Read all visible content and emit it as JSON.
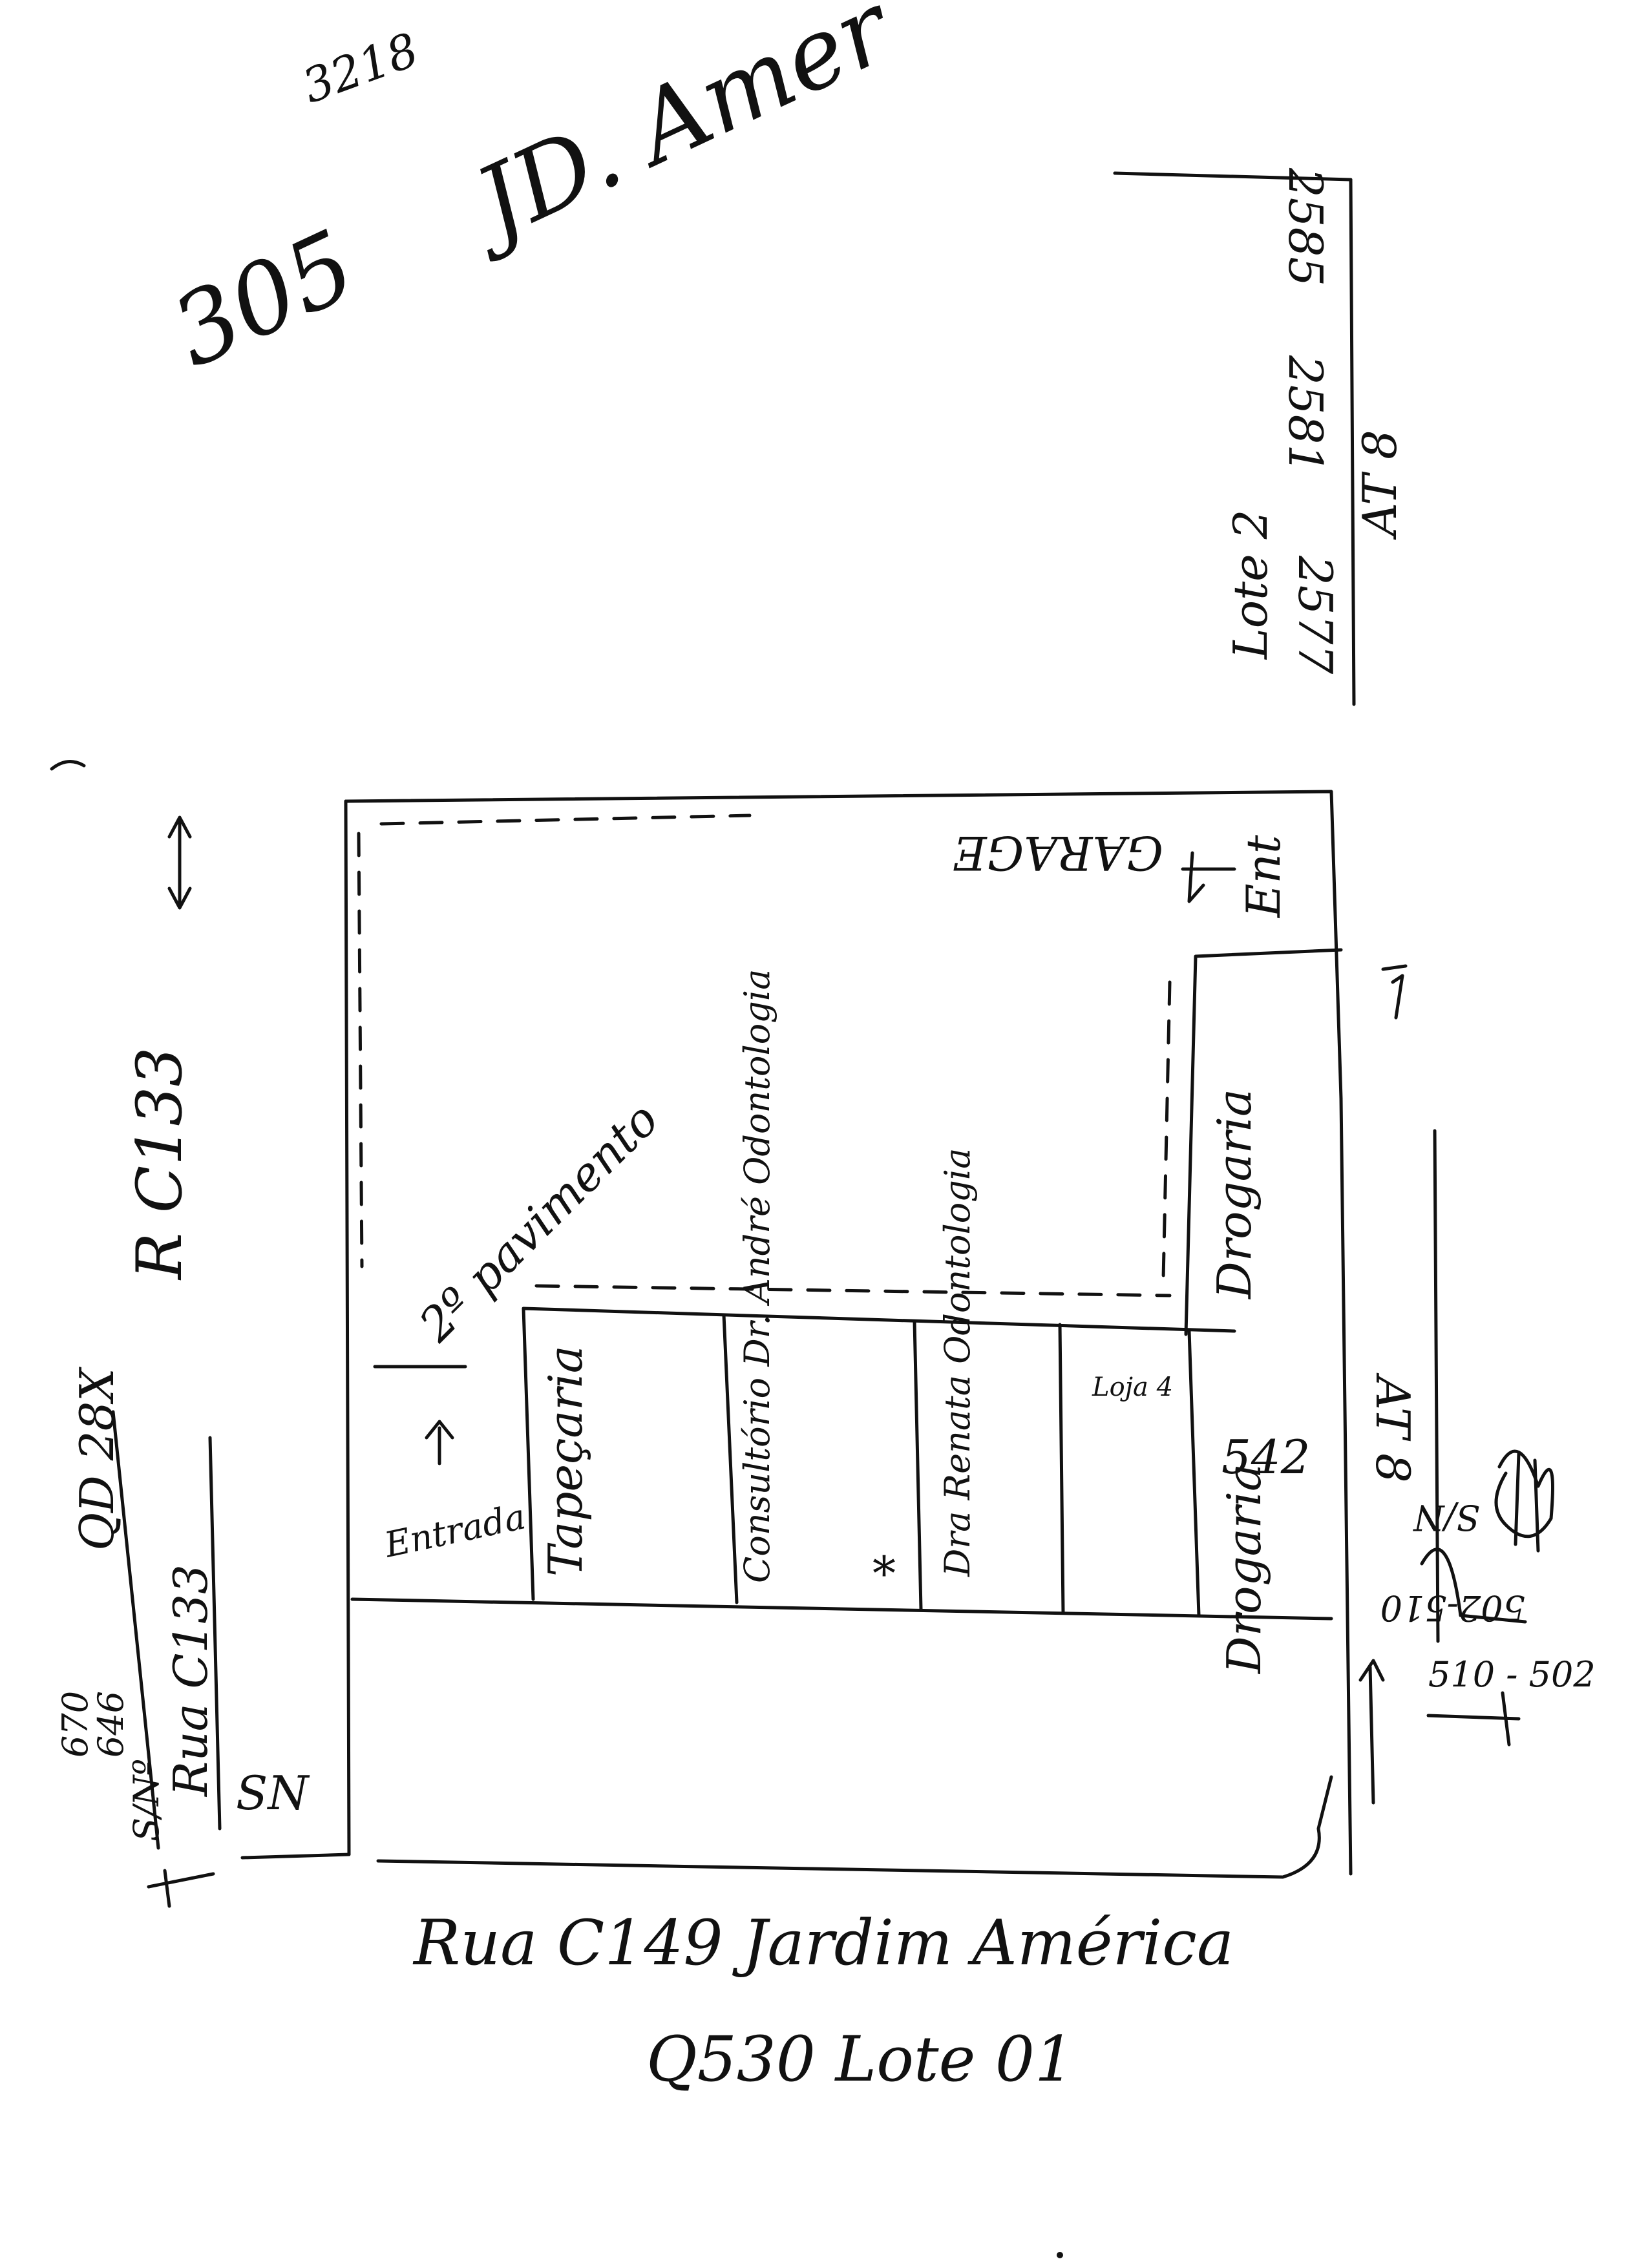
{
  "header": {
    "code_number": "3218",
    "title_number": "305",
    "title_text": "JD. Amer"
  },
  "right_street": {
    "numbers": [
      "2585",
      "2581",
      "2577"
    ],
    "lot_label": "Lote 2",
    "street_name": "AT 8"
  },
  "left_street": {
    "name": "R C133",
    "rua_label": "Rua C133",
    "crossing_label": "QD 28X",
    "numbers": [
      "670",
      "646",
      "S/Nº"
    ],
    "sn_label": "SN"
  },
  "building": {
    "garage_label": "GARAGE",
    "garage_entry_label": "Ent",
    "second_floor_label": "2º pavimento",
    "entrance_label": "Entrada",
    "drugstore_upper_label": "Drogaria",
    "shops": [
      {
        "label": "Tapeçaria"
      },
      {
        "label": "Consultório Dr. André Odontologia"
      },
      {
        "label": "Dra Renata Odontologia"
      },
      {
        "label": "Loja 4"
      }
    ],
    "corner_number": "542",
    "drugstore_corner_label": "Drogaria"
  },
  "right_side": {
    "av_label": "AT 8",
    "sn_label": "S/N",
    "numbers_upside": "502-510",
    "numbers_label": "510 - 502"
  },
  "footer": {
    "street_line": "Rua C149 Jardim América",
    "lot_line": "Q530 Lote 01"
  }
}
